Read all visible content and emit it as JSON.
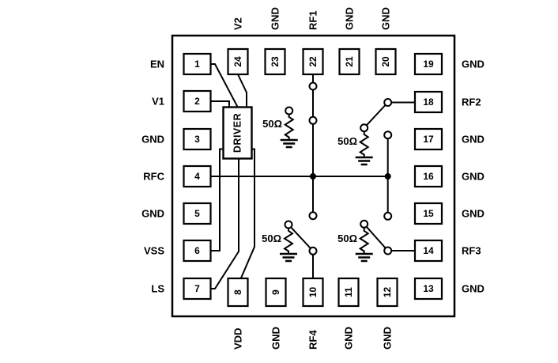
{
  "chip": {
    "driver_label": "DRIVER",
    "pins": {
      "left": [
        {
          "number": "1",
          "label": "EN"
        },
        {
          "number": "2",
          "label": "V1"
        },
        {
          "number": "3",
          "label": "GND"
        },
        {
          "number": "4",
          "label": "RFC"
        },
        {
          "number": "5",
          "label": "GND"
        },
        {
          "number": "6",
          "label": "VSS"
        },
        {
          "number": "7",
          "label": "LS"
        }
      ],
      "top": [
        {
          "number": "24",
          "label": "V2"
        },
        {
          "number": "23",
          "label": "GND"
        },
        {
          "number": "22",
          "label": "RF1"
        },
        {
          "number": "21",
          "label": "GND"
        },
        {
          "number": "20",
          "label": "GND"
        }
      ],
      "right": [
        {
          "number": "19",
          "label": "GND"
        },
        {
          "number": "18",
          "label": "RF2"
        },
        {
          "number": "17",
          "label": "GND"
        },
        {
          "number": "16",
          "label": "GND"
        },
        {
          "number": "15",
          "label": "GND"
        },
        {
          "number": "14",
          "label": "RF3"
        },
        {
          "number": "13",
          "label": "GND"
        }
      ],
      "bottom": [
        {
          "number": "8",
          "label": "VDD"
        },
        {
          "number": "9",
          "label": "GND"
        },
        {
          "number": "10",
          "label": "RF4"
        },
        {
          "number": "11",
          "label": "GND"
        },
        {
          "number": "12",
          "label": "GND"
        }
      ]
    },
    "shunt_resistors": [
      {
        "id": "rf1-termination",
        "label": "50Ω"
      },
      {
        "id": "rf2-termination",
        "label": "50Ω"
      },
      {
        "id": "rf4-termination",
        "label": "50Ω"
      },
      {
        "id": "rf3-termination",
        "label": "50Ω"
      }
    ],
    "colors": {
      "line": "#000000",
      "background": "#ffffff"
    }
  }
}
